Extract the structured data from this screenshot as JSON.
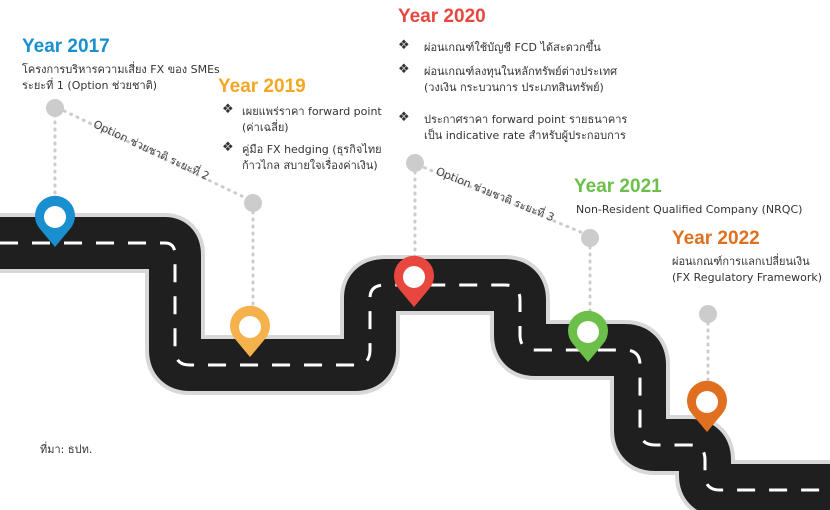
{
  "milestones": [
    {
      "year": "Year 2017",
      "color": "#1a8fd0",
      "lines": [
        "โครงการบริหารความเสี่ยง FX ของ SMEs",
        "ระยะที่ 1 (Option ช่วยชาติ)"
      ]
    },
    {
      "year": "Year 2019",
      "color": "#f5a623",
      "items": [
        {
          "lines": [
            "เผยแพร่ราคา forward point",
            "(ค่าเฉลี่ย)"
          ]
        },
        {
          "lines": [
            "คู่มือ FX hedging (ธุรกิจไทย",
            "ก้าวไกล สบายใจเรื่องค่าเงิน)"
          ]
        }
      ]
    },
    {
      "year": "Year 2020",
      "color": "#e8473f",
      "items": [
        {
          "lines": [
            "ผ่อนเกณฑ์ใช้บัญชี FCD ได้สะดวกขึ้น"
          ]
        },
        {
          "lines": [
            "ผ่อนเกณฑ์ลงทุนในหลักทรัพย์ต่างประเทศ",
            "(วงเงิน กระบวนการ ประเภทสินทรัพย์)"
          ]
        },
        {
          "lines": [
            "ประกาศราคา forward point รายธนาคาร",
            "เป็น indicative rate สำหรับผู้ประกอบการ"
          ]
        }
      ]
    },
    {
      "year": "Year 2021",
      "color": "#6cc04a",
      "lines": [
        "Non-Resident Qualified Company (NRQC)"
      ]
    },
    {
      "year": "Year 2022",
      "color": "#e07020",
      "lines": [
        "ผ่อนเกณฑ์การแลกเปลี่ยนเงิน",
        "(FX Regulatory Framework)"
      ]
    }
  ],
  "bullet_symbol": "❖",
  "dotted_labels": {
    "phase2": "Option ช่วยชาติ ระยะที่ 2",
    "phase3": "Option ช่วยชาติ ระยะที่ 3"
  },
  "source": "ที่มา: ธปท.",
  "colors": {
    "road": "#1f1f1f",
    "road_border": "#d8d8d8",
    "road_lane": "#ffffff",
    "dot": "#cccccc"
  },
  "icons": {
    "pin": "map-pin-icon",
    "bullet": "diamond-bullet-icon"
  }
}
